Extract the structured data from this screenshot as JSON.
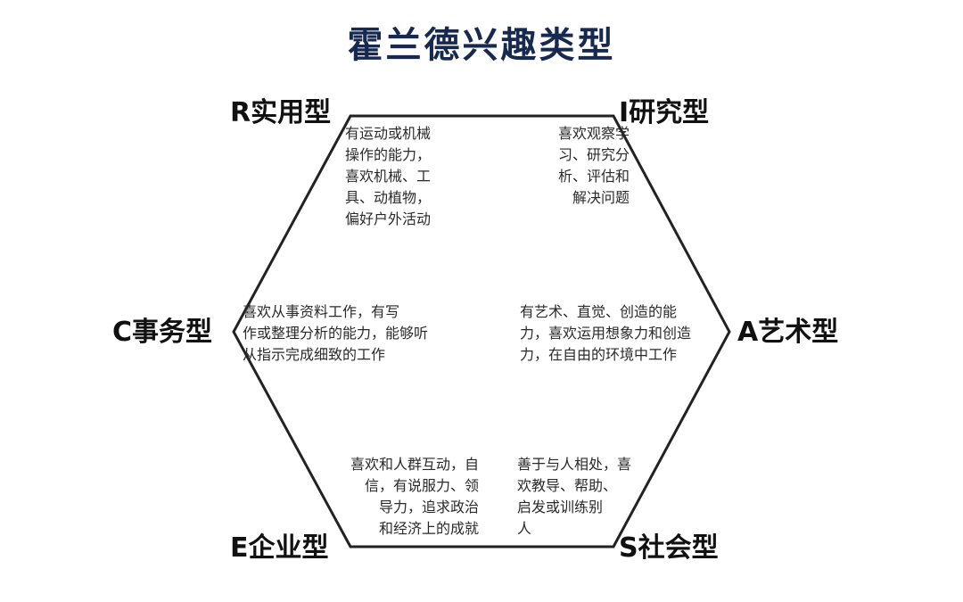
{
  "title": "霍兰德兴趣类型",
  "types": {
    "R": {
      "label": "R实用型",
      "description": "有运动或机械\n操作的能力，\n喜欢机械、工\n具、动植物，\n偏好户外活动"
    },
    "I": {
      "label": "I研究型",
      "description": "喜欢观察学\n习、研究分\n析、评估和\n解决问题"
    },
    "C": {
      "label": "C事务型",
      "description": "喜欢从事资料工作，有写\n作或整理分析的能力，能够听\n从指示完成细致的工作"
    },
    "A": {
      "label": "A艺术型",
      "description": "有艺术、直觉、创造的能\n力，喜欢运用想象力和创造\n力，在自由的环境中工作"
    },
    "E": {
      "label": "E企业型",
      "description": "喜欢和人群互动，自\n信，有说服力、领\n导力，追求政治\n和经济上的成就"
    },
    "S": {
      "label": "S社会型",
      "description": "善于与人相处，喜\n欢教导、帮助、\n启发或训练别\n人"
    }
  },
  "colors": {
    "title": "#17294f",
    "outline": "#222222"
  }
}
